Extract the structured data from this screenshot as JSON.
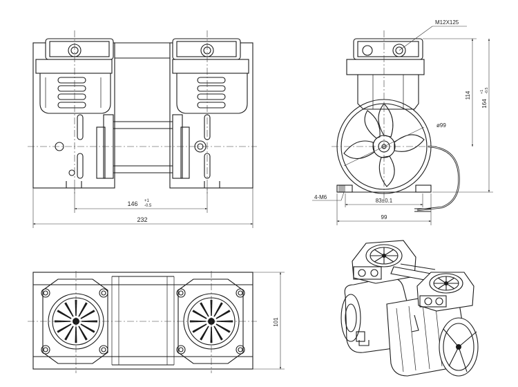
{
  "dimensions": {
    "overall_length": "232",
    "port_spacing": "146",
    "port_spacing_tol_upper": "+1",
    "port_spacing_tol_lower": "-0.5",
    "thread_spec": "M12X125",
    "height_to_port": "114",
    "total_height": "164",
    "total_height_tol_upper": "+1",
    "total_height_tol_lower": "-0.5",
    "fan_diameter": "ø99",
    "mount_holes": "4-M6",
    "mount_spacing": "83±0.1",
    "depth": "99",
    "top_width": "101"
  }
}
